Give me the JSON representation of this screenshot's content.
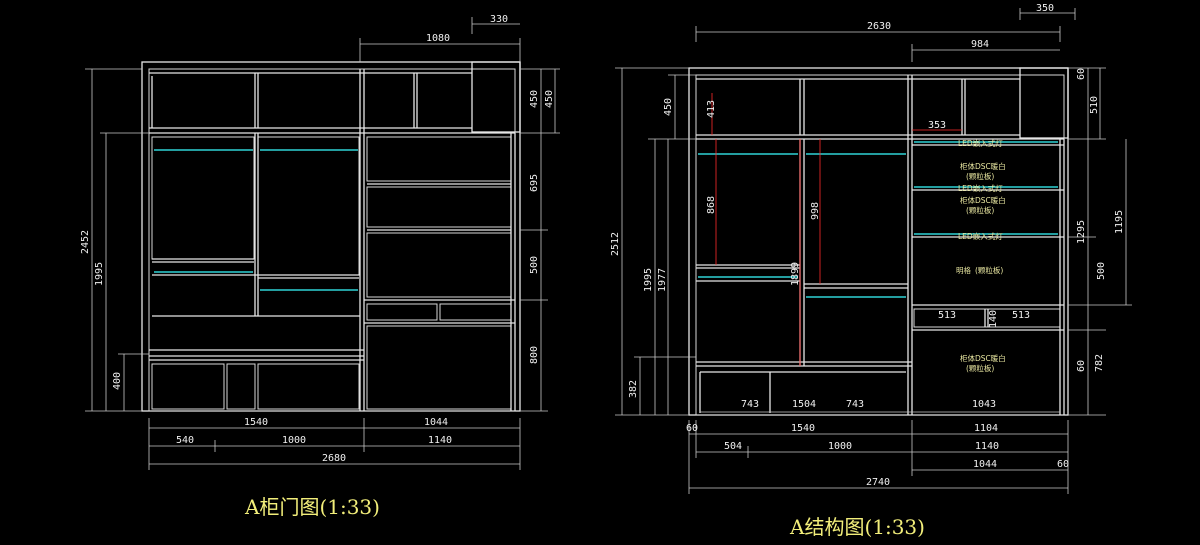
{
  "drawings": [
    {
      "title": "A柜门图(1:33)",
      "dims_top": [
        "330",
        "1080"
      ],
      "dims_left": [
        "2452",
        "1995",
        "400"
      ],
      "dims_right": [
        "450",
        "450",
        "695",
        "500",
        "800"
      ],
      "dims_bottom": [
        "1540",
        "1044",
        "540",
        "1000",
        "1140",
        "2680"
      ]
    },
    {
      "title": "A结构图(1:33)",
      "dims_top": [
        "350",
        "2630",
        "984"
      ],
      "dims_left": [
        "2512",
        "450",
        "1995",
        "1977",
        "382"
      ],
      "dims_right": [
        "60",
        "510",
        "1295",
        "1195",
        "500",
        "60",
        "782"
      ],
      "dims_inner": [
        "413",
        "868",
        "998",
        "1899",
        "353",
        "513",
        "140",
        "513",
        "743",
        "1504",
        "743",
        "1043"
      ],
      "dims_bottom": [
        "60",
        "1540",
        "1104",
        "504",
        "1000",
        "1140",
        "1044",
        "60",
        "2740"
      ],
      "labels": [
        "LED嵌入式灯",
        "柜体DSC暖白",
        "(颗粒板)",
        "LED嵌入式灯",
        "柜体DSC暖白",
        "(颗粒板)",
        "LED嵌入式灯",
        "明格",
        "(颗粒板)",
        "柜体DSC暖白",
        "(颗粒板)"
      ]
    }
  ]
}
